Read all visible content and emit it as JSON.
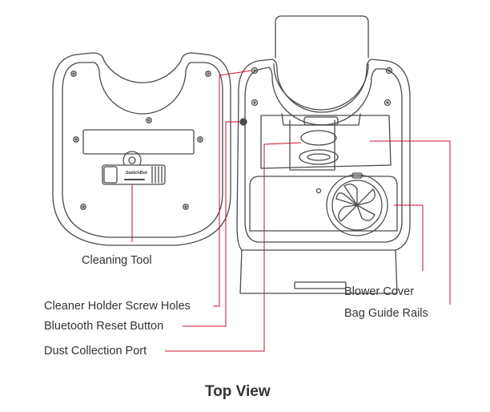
{
  "diagram": {
    "title": "Top View",
    "brand_mark": "SwitchBot",
    "labels": {
      "cleaning_tool": "Cleaning Tool",
      "screw_holes": "Cleaner Holder Screw Holes",
      "bt_reset": "Bluetooth Reset Button",
      "dust_port": "Dust Collection Port",
      "blower_cover": "Blower Cover",
      "bag_rails": "Bag Guide Rails"
    },
    "colors": {
      "line_art": "#4a4a4a",
      "leader": "#c8102e",
      "text": "#333333"
    }
  }
}
